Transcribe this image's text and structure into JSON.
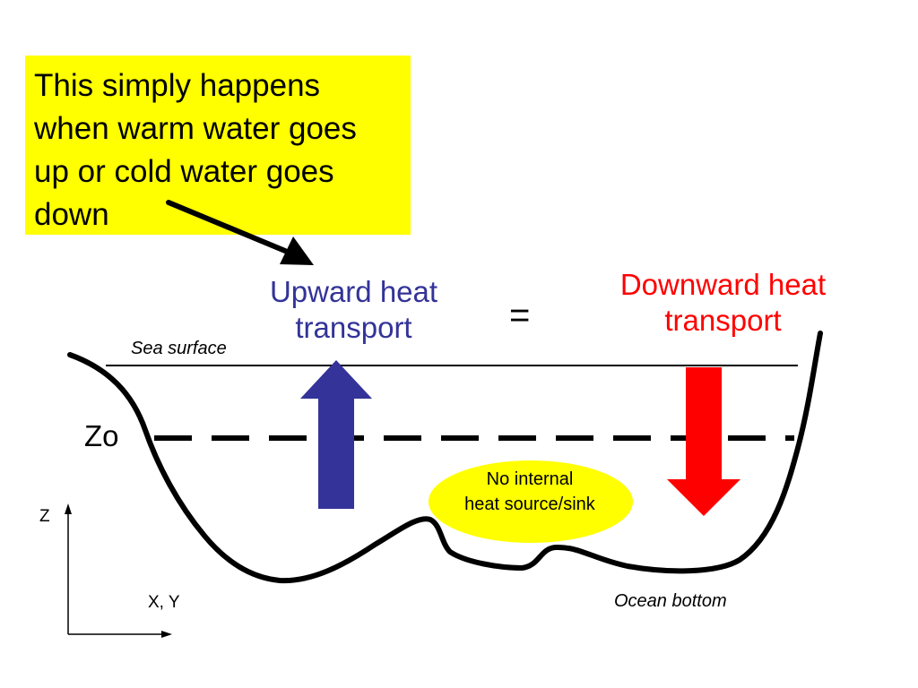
{
  "colors": {
    "callout_bg": "#ffff00",
    "upward": "#333399",
    "downward": "#ff0000",
    "ellipse_bg": "#ffff00",
    "outline": "#000000"
  },
  "callout": {
    "lines": [
      "This simply happens",
      "when warm water goes",
      "up or cold water goes",
      "down"
    ]
  },
  "upward": {
    "title_lines": [
      "Upward heat",
      "transport"
    ]
  },
  "downward": {
    "title_lines": [
      "Downward heat",
      "transport"
    ]
  },
  "equals": "=",
  "sea_surface": "Sea surface",
  "zo": "Zo",
  "no_internal": {
    "lines": [
      "No internal",
      "heat source/sink"
    ]
  },
  "axes": {
    "z": "Z",
    "xy": "X, Y"
  },
  "ocean_bottom": "Ocean bottom"
}
